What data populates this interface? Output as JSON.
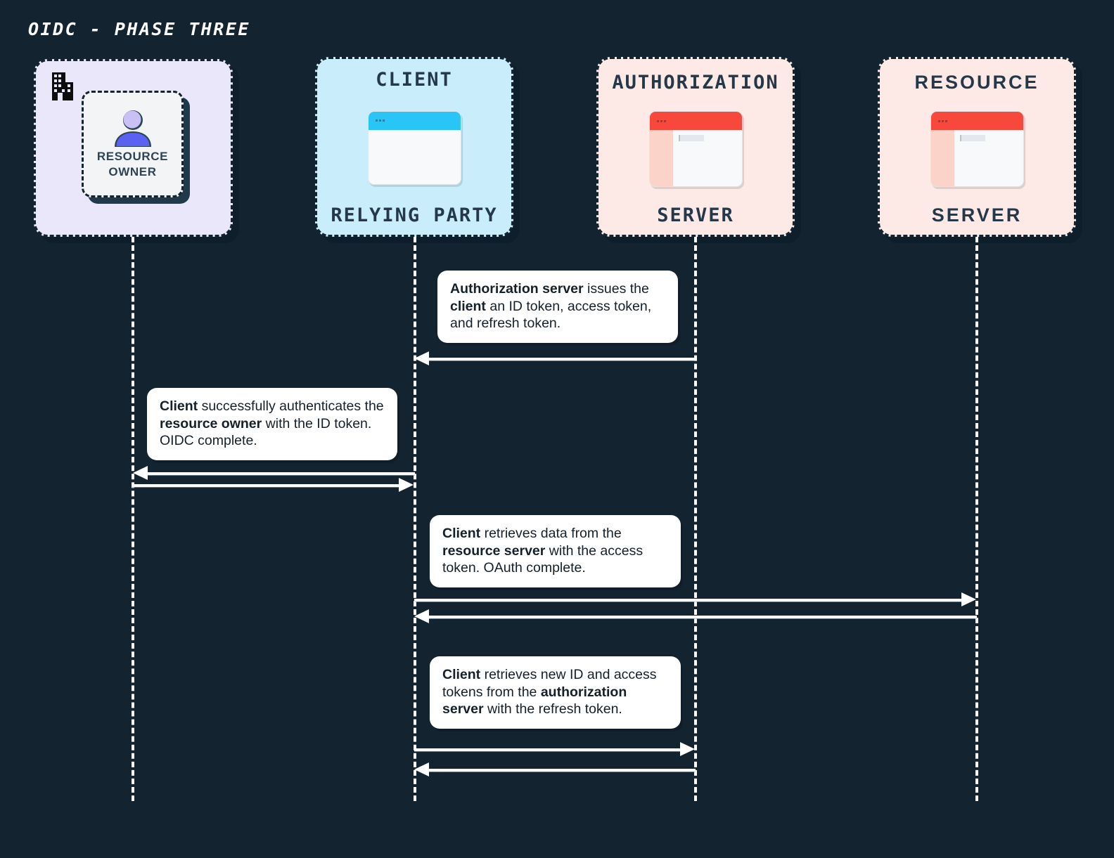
{
  "title": "OIDC - PHASE THREE",
  "colors": {
    "background": "#13232f",
    "resource_owner_box": "#eae7fb",
    "client_box": "#c9edfb",
    "server_box": "#fdeae6",
    "client_window_bar": "#29c5f6",
    "server_window_bar": "#f8483c",
    "lifeline": "#ffffff",
    "note_background": "#ffffff",
    "note_text": "#15202a",
    "actor_label": "#24384a"
  },
  "actors": [
    {
      "id": "resource-owner",
      "title_top": "",
      "title_bottom": "",
      "card_label_line1": "RESOURCE",
      "card_label_line2": "OWNER",
      "icon": "person-icon",
      "secondary_icon": "office-building-icon"
    },
    {
      "id": "client",
      "title_top": "CLIENT",
      "title_bottom": "RELYING PARTY",
      "icon": "browser-window-icon"
    },
    {
      "id": "authorization-server",
      "title_top": "AUTHORIZATION",
      "title_bottom": "SERVER",
      "icon": "server-window-icon"
    },
    {
      "id": "resource-server",
      "title_top": "RESOURCE",
      "title_bottom": "SERVER",
      "icon": "server-window-icon"
    }
  ],
  "notes": [
    {
      "id": "note-1",
      "segments": [
        {
          "text": "Authorization server",
          "bold": true
        },
        {
          "text": " issues the ",
          "bold": false
        },
        {
          "text": "client",
          "bold": true
        },
        {
          "text": " an ID token, access token, and refresh token.",
          "bold": false
        }
      ]
    },
    {
      "id": "note-2",
      "segments": [
        {
          "text": "Client",
          "bold": true
        },
        {
          "text": " successfully authenticates the ",
          "bold": false
        },
        {
          "text": "resource owner",
          "bold": true
        },
        {
          "text": " with the ID token. OIDC complete.",
          "bold": false
        }
      ]
    },
    {
      "id": "note-3",
      "segments": [
        {
          "text": "Client",
          "bold": true
        },
        {
          "text": " retrieves data from the ",
          "bold": false
        },
        {
          "text": "resource server",
          "bold": true
        },
        {
          "text": " with the access token. OAuth complete.",
          "bold": false
        }
      ]
    },
    {
      "id": "note-4",
      "segments": [
        {
          "text": "Client",
          "bold": true
        },
        {
          "text": " retrieves new ID and access tokens from the ",
          "bold": false
        },
        {
          "text": "authorization server",
          "bold": true
        },
        {
          "text": " with the refresh token.",
          "bold": false
        }
      ]
    }
  ],
  "messages": [
    {
      "id": "msg-auth-to-client-tokens",
      "from": "authorization-server",
      "to": "client",
      "direction": "left"
    },
    {
      "id": "msg-client-to-owner-auth",
      "from": "client",
      "to": "resource-owner",
      "direction": "left"
    },
    {
      "id": "msg-owner-to-client-ack",
      "from": "resource-owner",
      "to": "client",
      "direction": "right"
    },
    {
      "id": "msg-client-to-resource-request",
      "from": "client",
      "to": "resource-server",
      "direction": "right"
    },
    {
      "id": "msg-resource-to-client-data",
      "from": "resource-server",
      "to": "client",
      "direction": "left"
    },
    {
      "id": "msg-client-to-auth-refresh",
      "from": "client",
      "to": "authorization-server",
      "direction": "right"
    },
    {
      "id": "msg-auth-to-client-new-tokens",
      "from": "authorization-server",
      "to": "client",
      "direction": "left"
    }
  ]
}
